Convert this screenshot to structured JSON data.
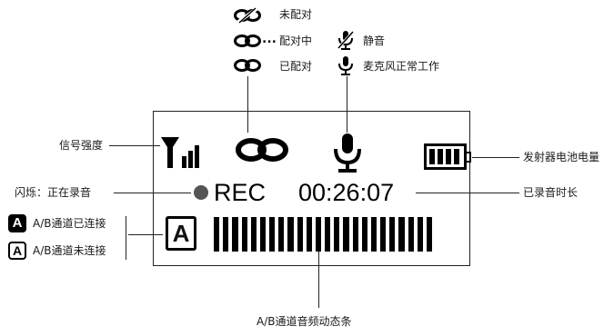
{
  "legend": {
    "unpaired": "未配对",
    "pairing_dots": "...",
    "pairing": "配对中",
    "paired": "已配对",
    "mute": "静音",
    "mic_ok": "麦克风正常工作"
  },
  "callouts": {
    "signal": "信号强度",
    "blink": "闪烁：正在录音",
    "battery": "发射器电池电量",
    "rec_time": "已录音时长",
    "ab_connected": "A/B通道已连接",
    "ab_disconnected": "A/B通道未连接",
    "ab_level": "A/B通道音频动态条"
  },
  "display": {
    "rec_label": "REC",
    "timer": "00:26:07",
    "channel_letter": "A",
    "battery_bars": 4
  },
  "badges": {
    "filled_letter": "A",
    "outlined_letter": "A"
  }
}
